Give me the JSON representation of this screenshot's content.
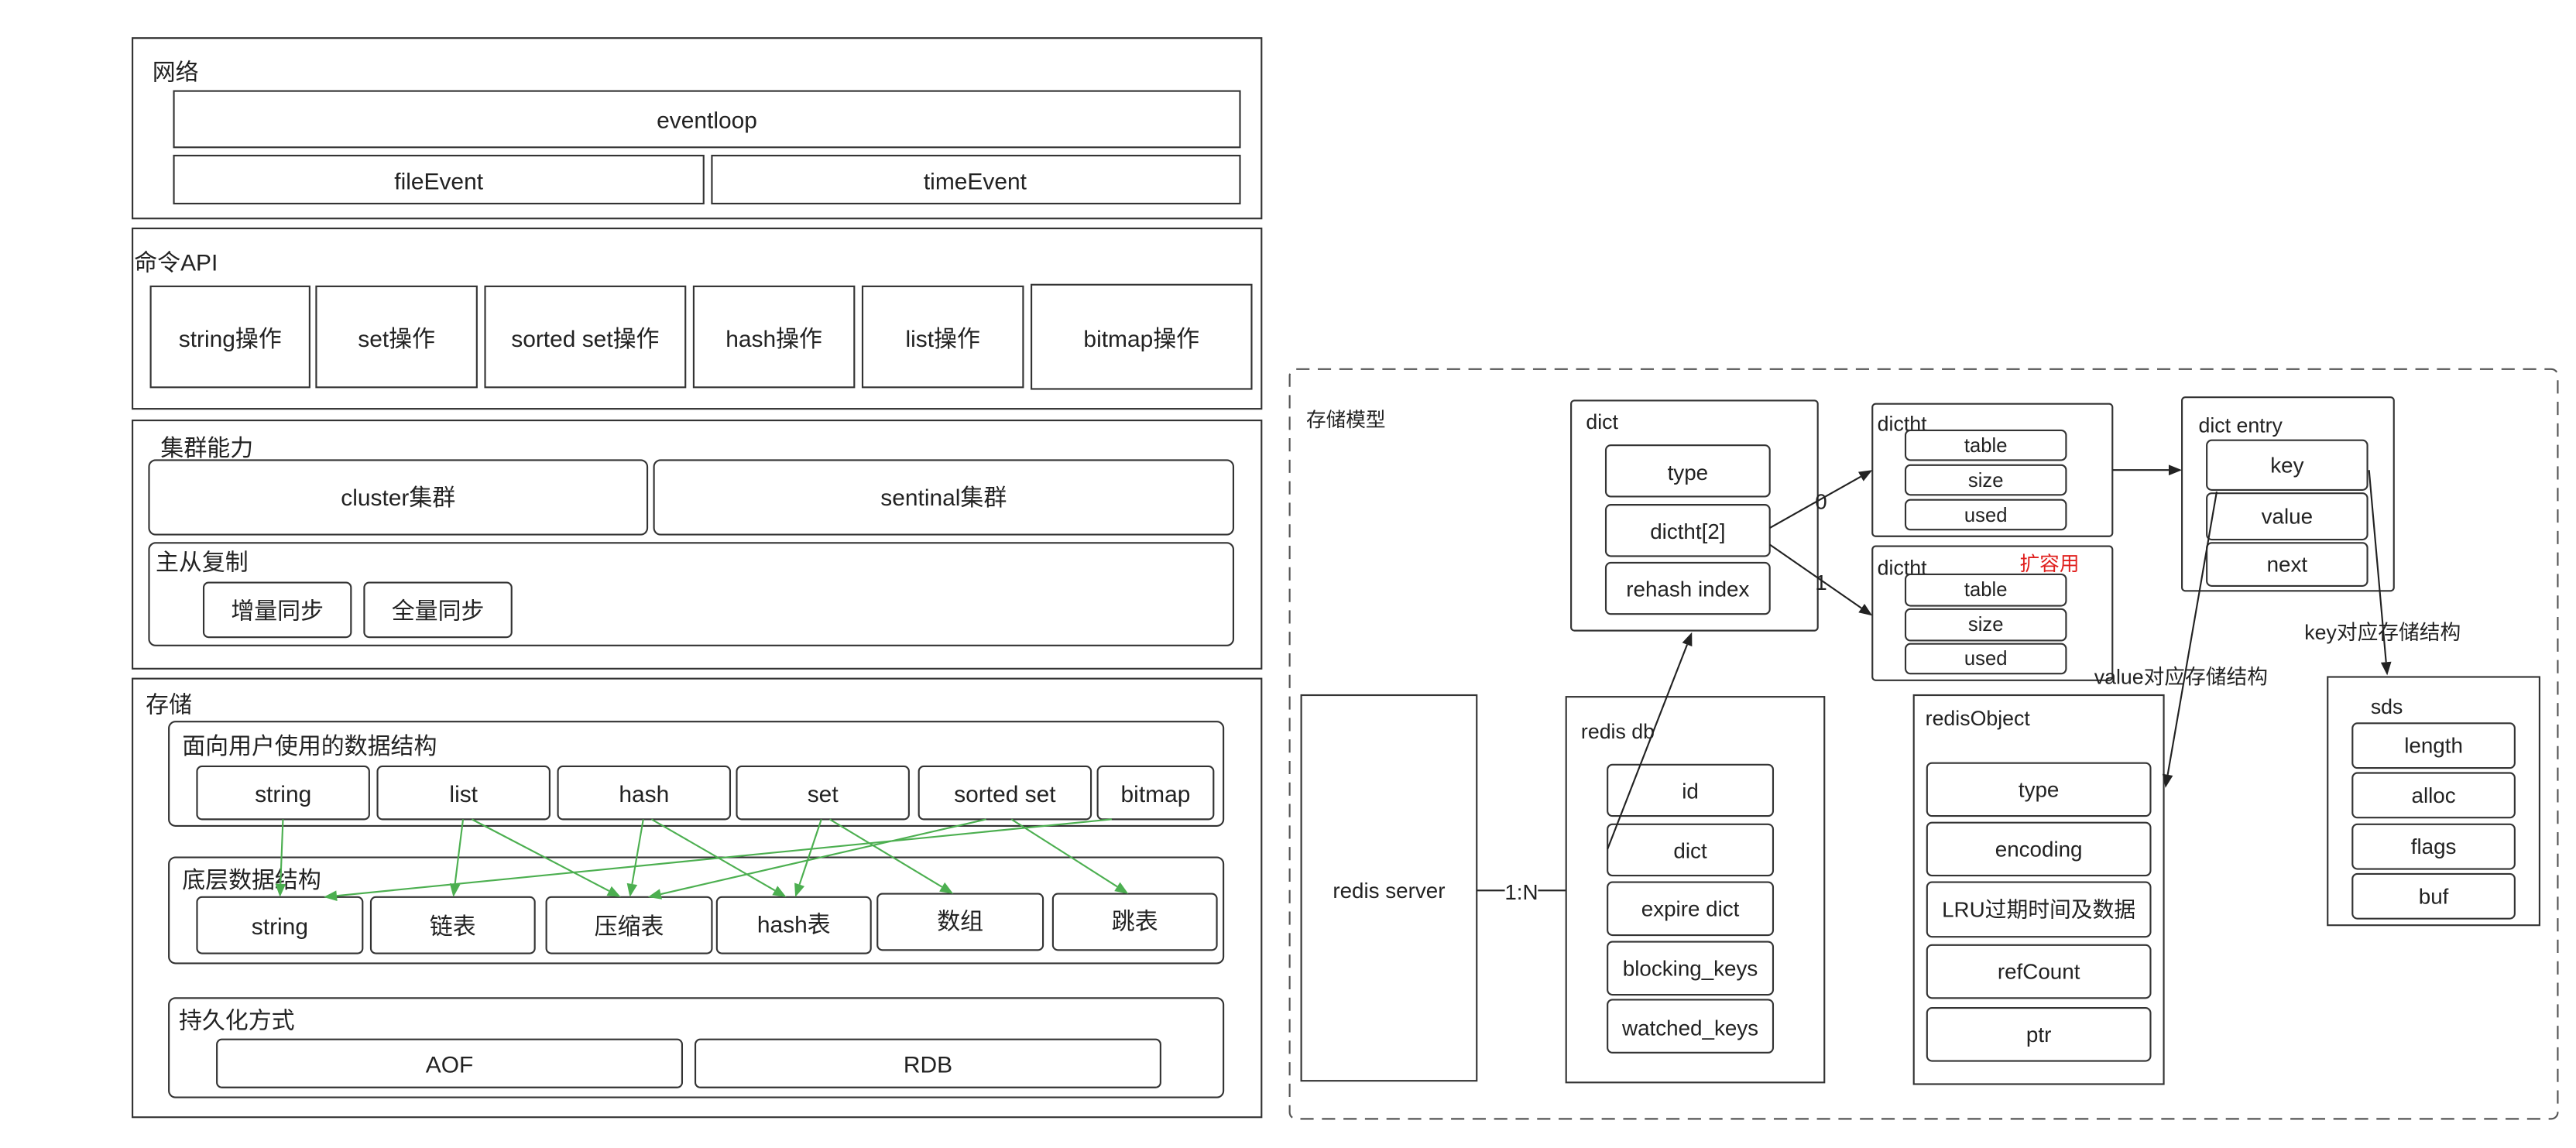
{
  "colors": {
    "mapping_arrow": "#4caf50",
    "note": "#e0201e"
  },
  "network": {
    "title": "网络",
    "eventloop": "eventloop",
    "file_event": "fileEvent",
    "time_event": "timeEvent"
  },
  "command_api": {
    "title": "命令API",
    "items": [
      "string操作",
      "set操作",
      "sorted set操作",
      "hash操作",
      "list操作",
      "bitmap操作"
    ]
  },
  "cluster": {
    "title": "集群能力",
    "cluster_label": "cluster集群",
    "sentinel_label": "sentinal集群",
    "replication": {
      "title": "主从复制",
      "incremental": "增量同步",
      "full": "全量同步"
    }
  },
  "storage": {
    "title": "存储",
    "user_structures": {
      "title": "面向用户使用的数据结构",
      "items": [
        "string",
        "list",
        "hash",
        "set",
        "sorted set",
        "bitmap"
      ]
    },
    "underlying_structures": {
      "title": "底层数据结构",
      "items": [
        "string",
        "链表",
        "压缩表",
        "hash表",
        "数组",
        "跳表"
      ]
    },
    "mappings": [
      [
        0,
        0
      ],
      [
        1,
        1
      ],
      [
        1,
        2
      ],
      [
        2,
        2
      ],
      [
        2,
        3
      ],
      [
        3,
        3
      ],
      [
        3,
        4
      ],
      [
        4,
        2
      ],
      [
        4,
        5
      ],
      [
        5,
        0
      ]
    ],
    "persistence": {
      "title": "持久化方式",
      "items": [
        "AOF",
        "RDB"
      ]
    }
  },
  "storage_model": {
    "title": "存储模型",
    "redis_server": "redis server",
    "server_db_relation": "1:N",
    "redis_db": {
      "title": "redis db",
      "fields": [
        "id",
        "dict",
        "expire dict",
        "blocking_keys",
        "watched_keys"
      ]
    },
    "dict": {
      "title": "dict",
      "fields": [
        "type",
        "dictht[2]",
        "rehash index"
      ]
    },
    "dictht_primary": {
      "title": "dictht",
      "index_label": "0",
      "fields": [
        "table",
        "size",
        "used"
      ]
    },
    "dictht_rehash": {
      "title": "dictht",
      "note": "扩容用",
      "index_label": "1",
      "fields": [
        "table",
        "size",
        "used"
      ]
    },
    "dict_entry": {
      "title": "dict entry",
      "fields": [
        "key",
        "value",
        "next"
      ]
    },
    "key_link_label": "key对应存储结构",
    "value_link_label": "value对应存储结构",
    "redis_object": {
      "title": "redisObject",
      "fields": [
        "type",
        "encoding",
        "LRU过期时间及数据",
        "refCount",
        "ptr"
      ]
    },
    "sds": {
      "title": "sds",
      "fields": [
        "length",
        "alloc",
        "flags",
        "buf"
      ]
    }
  }
}
